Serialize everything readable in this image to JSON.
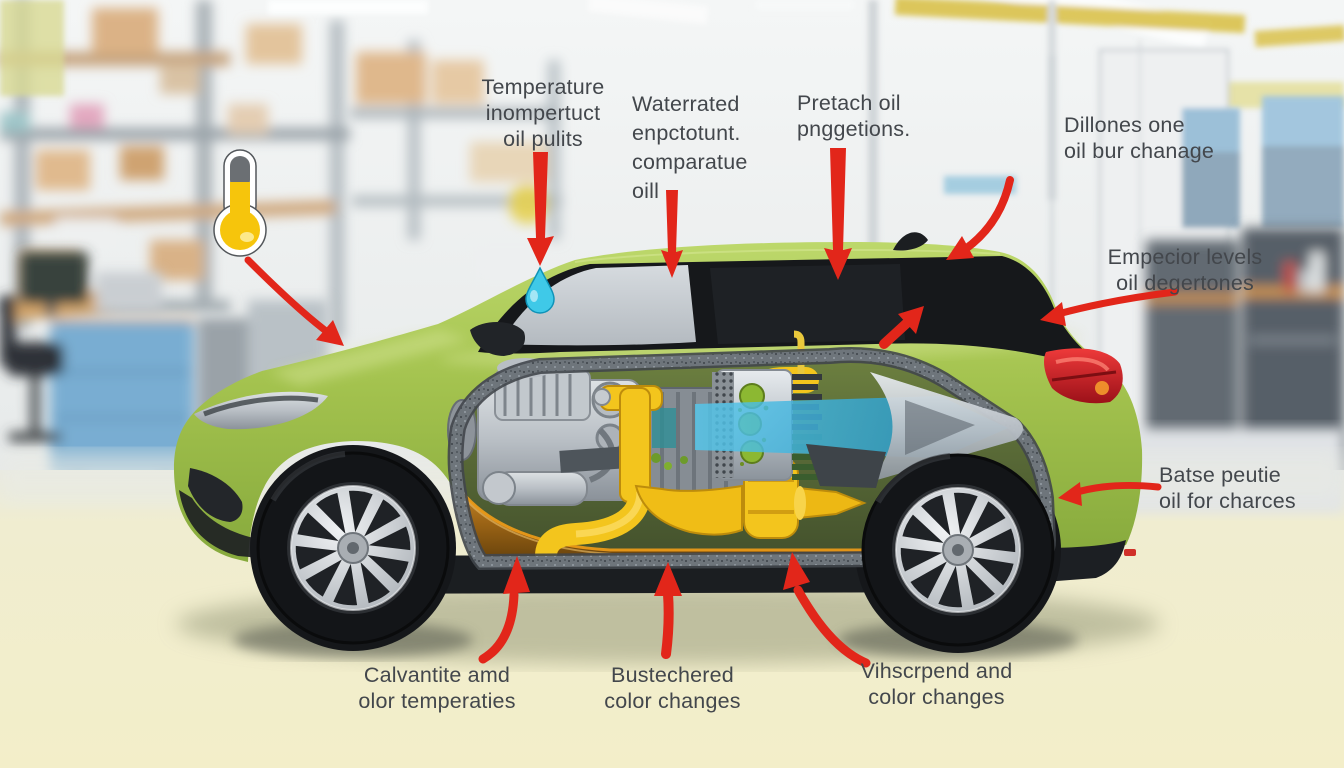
{
  "annotations": [
    {
      "id": "temperature-oil",
      "lines": [
        "Temperature",
        "inompertuct",
        "oil pulits"
      ]
    },
    {
      "id": "waterrated",
      "lines": [
        "Waterrated",
        "enpctotunt.",
        "comparatue",
        "oill"
      ]
    },
    {
      "id": "pretach",
      "lines": [
        "Pretach oil",
        "pnggetions."
      ]
    },
    {
      "id": "dillones",
      "lines": [
        "Dillones one",
        "oil bur chanage"
      ]
    },
    {
      "id": "empecior",
      "lines": [
        "Empecior levels",
        "oil degertones"
      ]
    },
    {
      "id": "batse",
      "lines": [
        "Batse peutie",
        "oil for charces"
      ]
    },
    {
      "id": "calvantite",
      "lines": [
        "Calvantite amd",
        "olor temperaties"
      ]
    },
    {
      "id": "bustechered",
      "lines": [
        "Bustechered",
        "color changes"
      ]
    },
    {
      "id": "vihscrpend",
      "lines": [
        "Vihscrpend and",
        "color changes"
      ]
    }
  ],
  "icons": [
    {
      "name": "thermometer-icon",
      "meaning": "oil temperature"
    },
    {
      "name": "water-drop-icon",
      "meaning": "water / coolant"
    }
  ],
  "colors": {
    "car_body_green": "#a3c24e",
    "arrow_red": "#e2261a",
    "oil_amber": "#b5791f",
    "pipe_yellow": "#f3c51d",
    "coolant_blue": "#2fb3e0",
    "floor_cream": "#f2eecb"
  }
}
